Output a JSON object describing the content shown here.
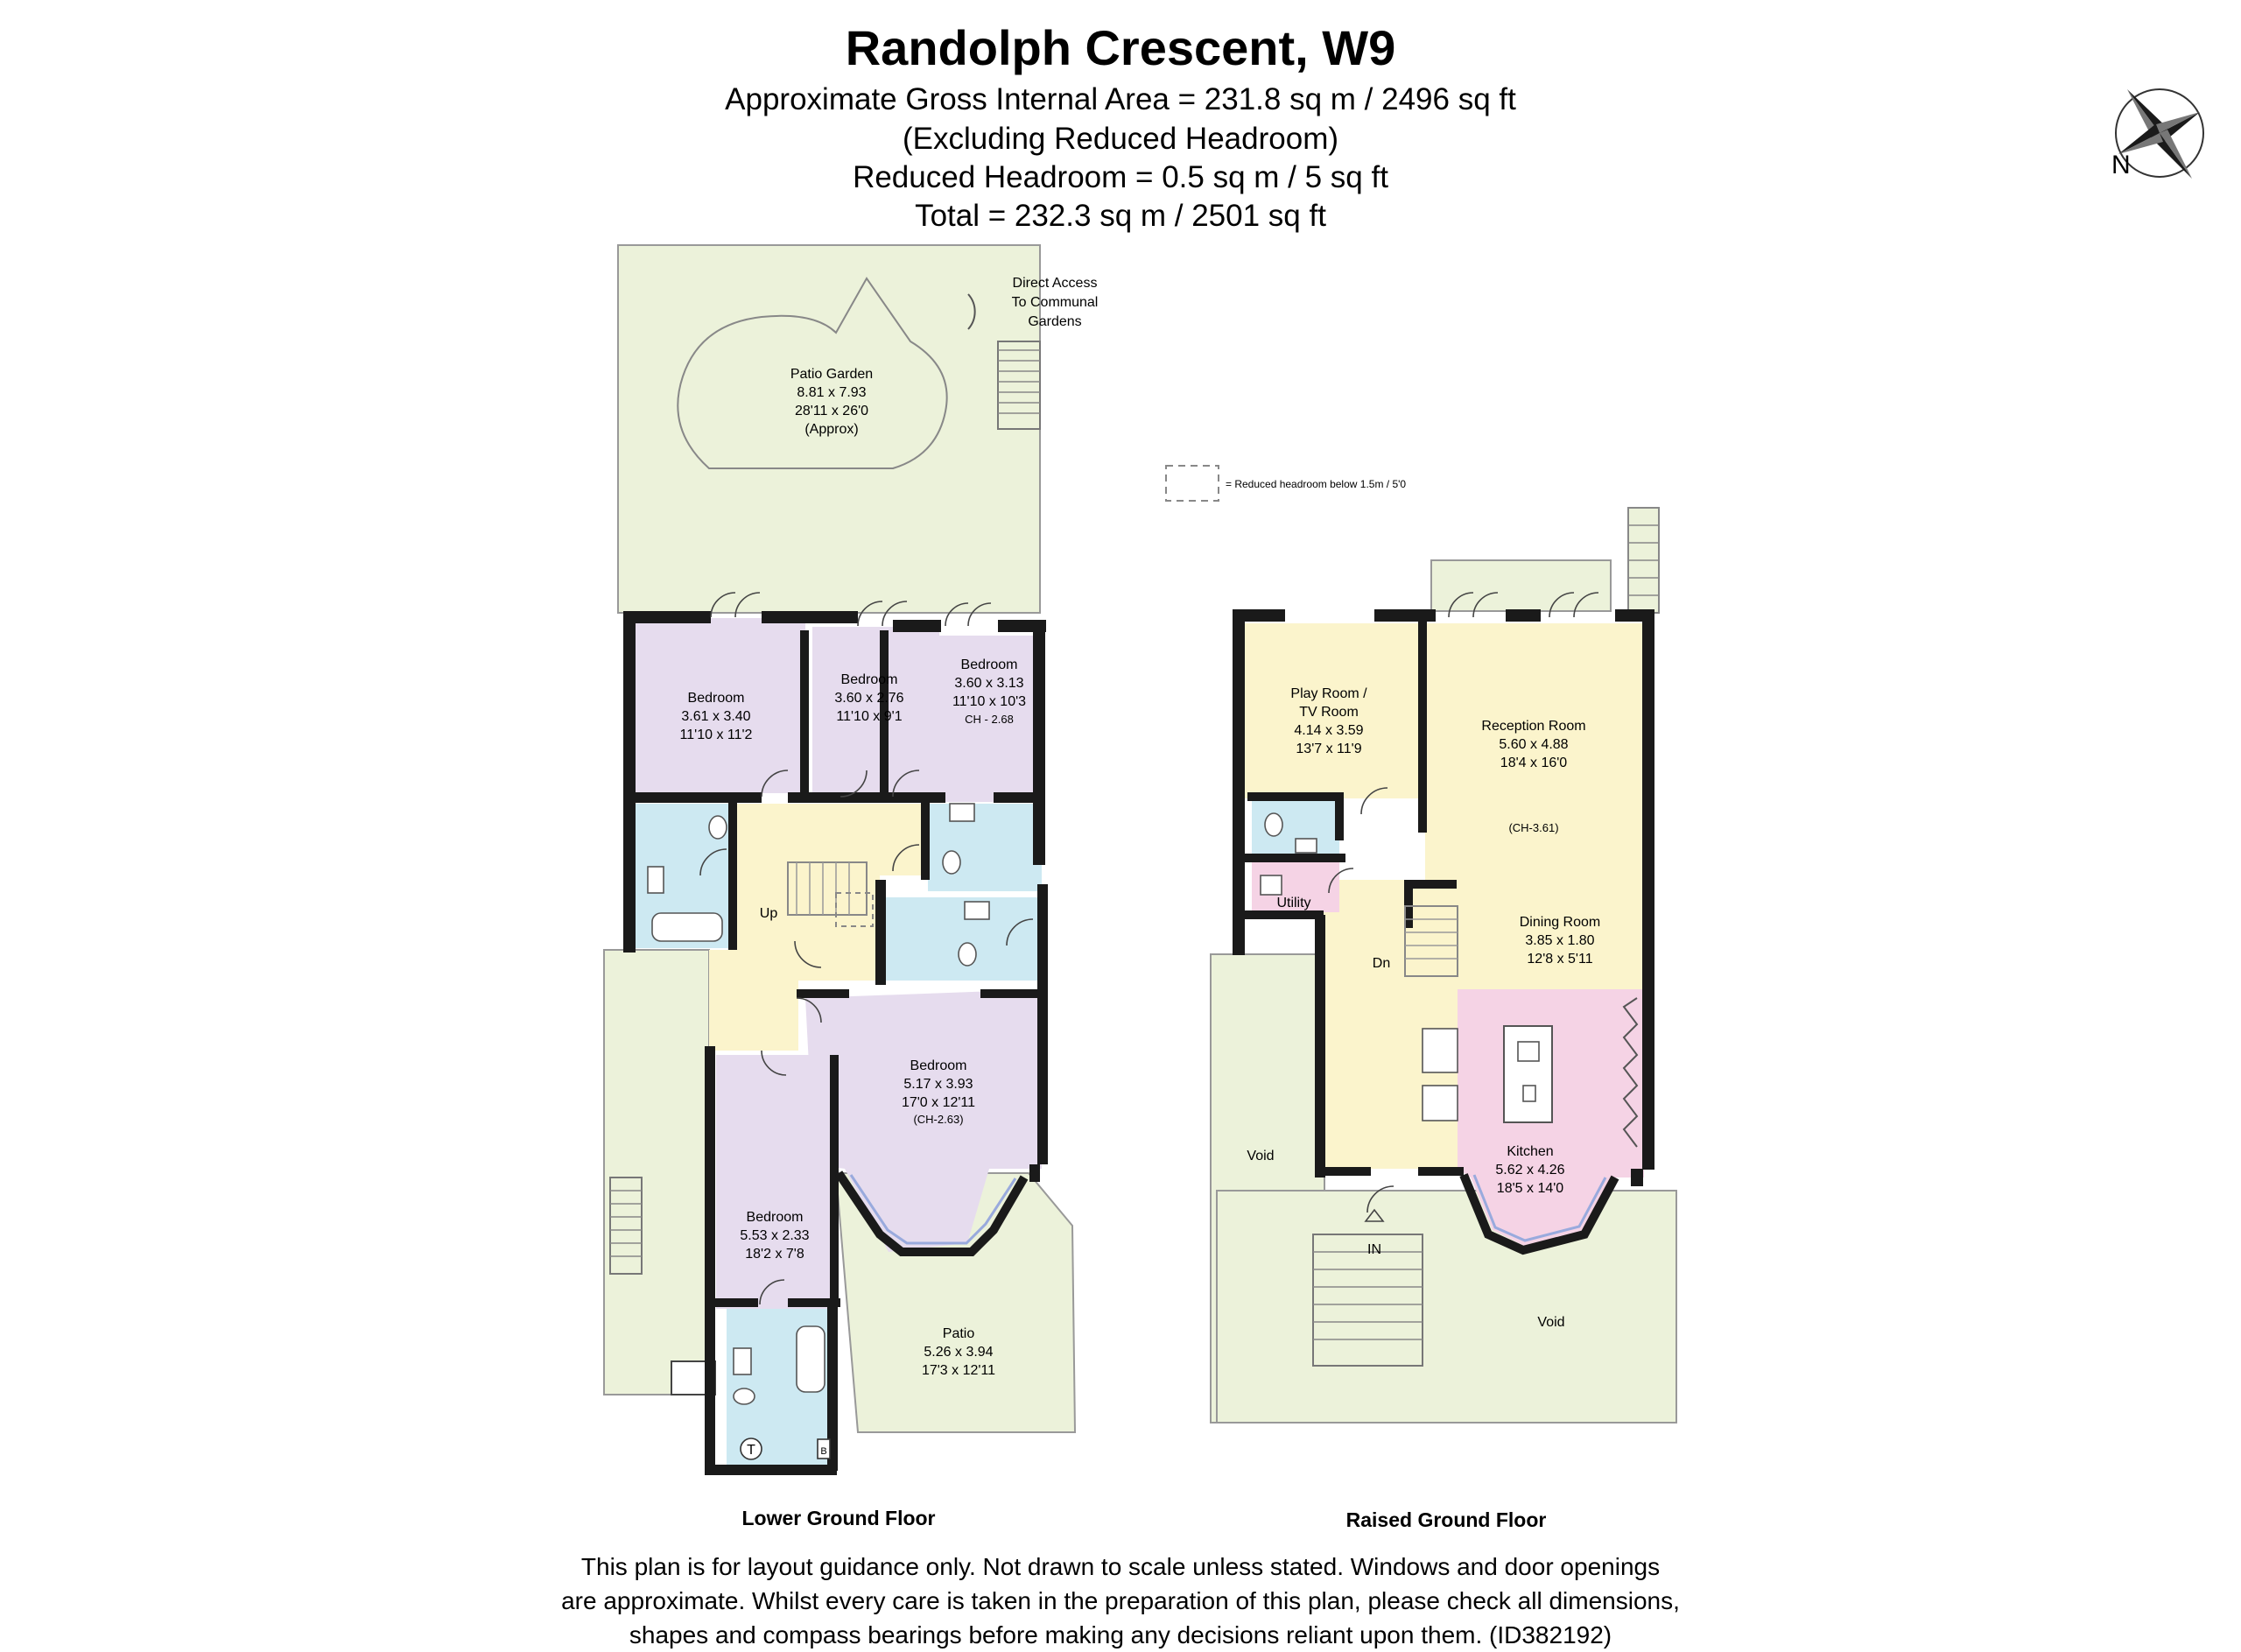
{
  "header": {
    "title": "Randolph Crescent, W9",
    "area_line": "Approximate Gross Internal Area = 231.8 sq m / 2496 sq ft",
    "excluding_line": "(Excluding Reduced Headroom)",
    "reduced_line": "Reduced Headroom = 0.5 sq m / 5 sq ft",
    "total_line": "Total = 232.3 sq m / 2501 sq ft"
  },
  "compass": {
    "label": "N",
    "icon": "compass-rose-icon"
  },
  "legend": {
    "text": "= Reduced headroom below 1.5m / 5'0"
  },
  "colors": {
    "garden": "#ecf2da",
    "bedroom": "#e6dcee",
    "bathroom": "#cde9f2",
    "hall": "#fbf4cc",
    "kitchen": "#f5d3e5",
    "wall": "#1a1a1a"
  },
  "lower_ground_floor": {
    "floor_label": "Lower Ground Floor",
    "access_note": [
      "Direct Access",
      "To Communal",
      "Gardens"
    ],
    "patio_garden": [
      "Patio Garden",
      "8.81 x 7.93",
      "28'11 x 26'0",
      "(Approx)"
    ],
    "bedroom_1": [
      "Bedroom",
      "3.61 x 3.40",
      "11'10 x 11'2"
    ],
    "bedroom_2": [
      "Bedroom",
      "3.60 x 2.76",
      "11'10 x 9'1"
    ],
    "bedroom_3": [
      "Bedroom",
      "3.60 x 3.13",
      "11'10 x 10'3",
      "CH - 2.68"
    ],
    "bedroom_4": [
      "Bedroom",
      "5.17 x 3.93",
      "17'0 x 12'11",
      "(CH-2.63)"
    ],
    "bedroom_5": [
      "Bedroom",
      "5.53 x 2.33",
      "18'2 x 7'8"
    ],
    "patio": [
      "Patio",
      "5.26 x 3.94",
      "17'3 x 12'11"
    ],
    "stairs_label": "Up",
    "symbols": {
      "tank": "T",
      "boiler": "B"
    }
  },
  "raised_ground_floor": {
    "floor_label": "Raised Ground Floor",
    "play_room": [
      "Play Room /",
      "TV Room",
      "4.14 x 3.59",
      "13'7 x 11'9"
    ],
    "reception_room": [
      "Reception Room",
      "5.60 x 4.88",
      "18'4 x 16'0"
    ],
    "reception_ceiling": "(CH-3.61)",
    "dining_room": [
      "Dining Room",
      "3.85 x 1.80",
      "12'8 x 5'11"
    ],
    "kitchen": [
      "Kitchen",
      "5.62 x 4.26",
      "18'5 x 14'0"
    ],
    "utility": "Utility",
    "stairs_label": "Dn",
    "entrance": "IN",
    "void_left": "Void",
    "void_bottom": "Void"
  },
  "disclaimer": [
    "This plan is for layout guidance only. Not drawn to scale unless stated. Windows and door openings",
    "are approximate. Whilst every care is taken in the preparation of this plan, please check all dimensions,",
    "shapes and compass bearings before making any decisions reliant upon them. (ID382192)"
  ]
}
